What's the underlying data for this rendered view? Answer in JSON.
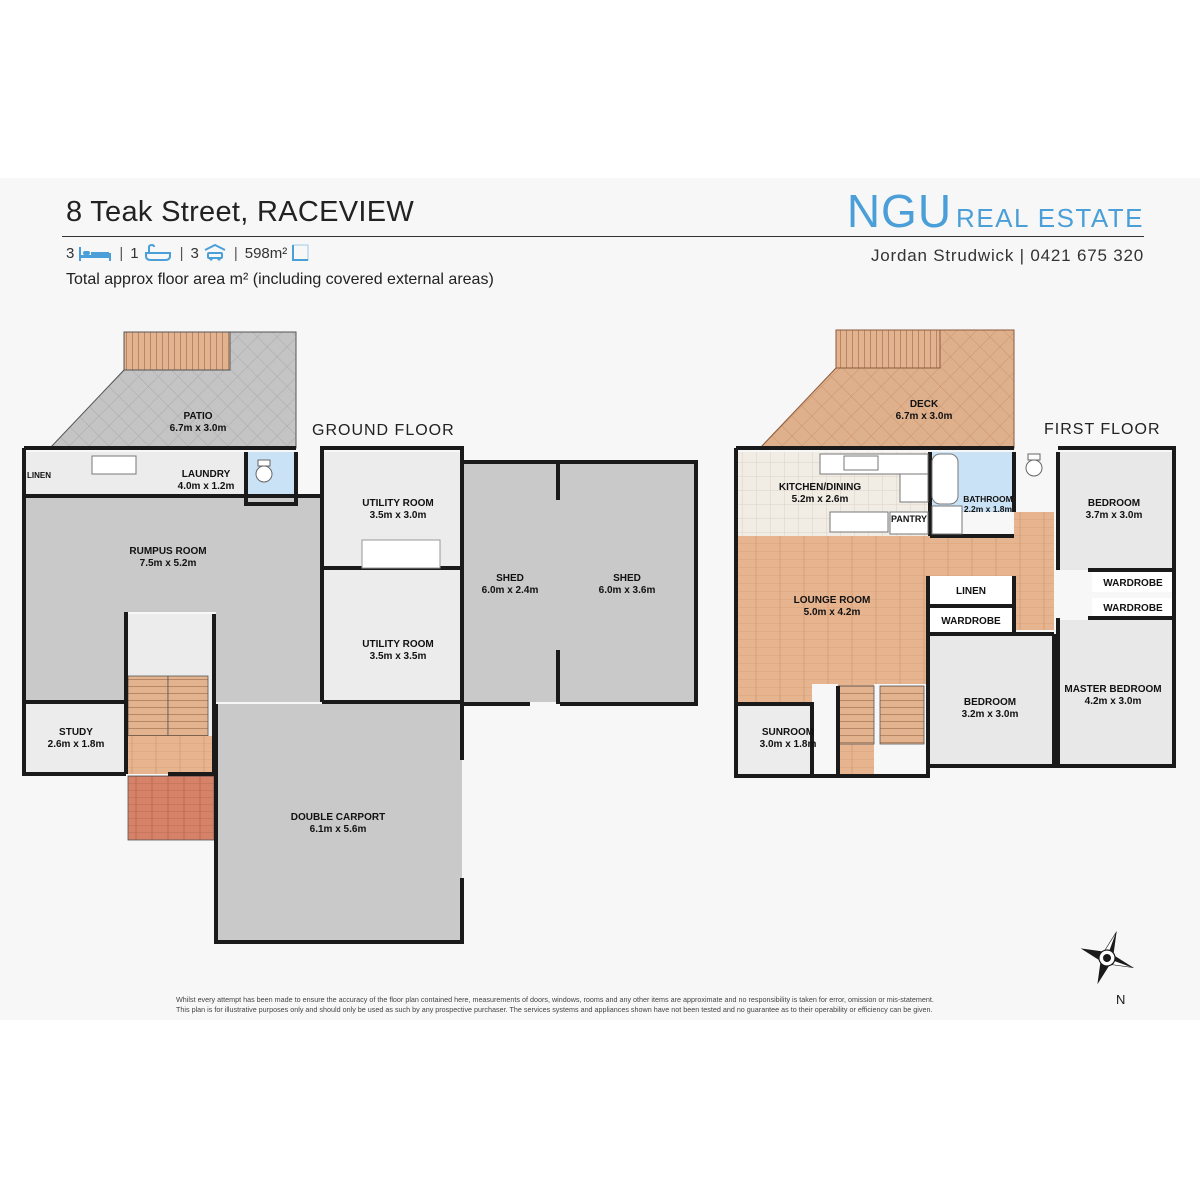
{
  "header": {
    "address": "8 Teak Street, RACEVIEW",
    "brand_main": "NGU",
    "brand_sub": "REAL ESTATE",
    "agent_line": "Jordan Strudwick | 0421 675 320",
    "beds": "3",
    "baths": "1",
    "cars": "3",
    "area": "598m²",
    "area_note": "Total approx floor area m² (including covered external areas)",
    "icons": [
      "bed-icon",
      "bath-icon",
      "car-icon",
      "area-icon"
    ],
    "brand_color": "#4b9fd8"
  },
  "ground_floor": {
    "title": "GROUND FLOOR",
    "rooms": {
      "patio": {
        "name": "PATIO",
        "size": "6.7m x 3.0m"
      },
      "linen": {
        "name": "LINEN"
      },
      "laundry": {
        "name": "LAUNDRY",
        "size": "4.0m x 1.2m"
      },
      "rumpus": {
        "name": "RUMPUS ROOM",
        "size": "7.5m x 5.2m"
      },
      "utility1": {
        "name": "UTILITY ROOM",
        "size": "3.5m x 3.0m"
      },
      "utility2": {
        "name": "UTILITY ROOM",
        "size": "3.5m x 3.5m"
      },
      "shed1": {
        "name": "SHED",
        "size": "6.0m x 2.4m"
      },
      "shed2": {
        "name": "SHED",
        "size": "6.0m x 3.6m"
      },
      "study": {
        "name": "STUDY",
        "size": "2.6m x 1.8m"
      },
      "carport": {
        "name": "DOUBLE CARPORT",
        "size": "6.1m x 5.6m"
      }
    }
  },
  "first_floor": {
    "title": "FIRST FLOOR",
    "rooms": {
      "deck": {
        "name": "DECK",
        "size": "6.7m x 3.0m"
      },
      "kitchen": {
        "name": "KITCHEN/DINING",
        "size": "5.2m x 2.6m"
      },
      "pantry": {
        "name": "PANTRY"
      },
      "bathroom": {
        "name": "BATHROOM",
        "size": "2.2m x 1.8m"
      },
      "bedroom1": {
        "name": "BEDROOM",
        "size": "3.7m x 3.0m"
      },
      "wardrobe1": {
        "name": "WARDROBE"
      },
      "wardrobe2": {
        "name": "WARDROBE"
      },
      "lounge": {
        "name": "LOUNGE ROOM",
        "size": "5.0m x 4.2m"
      },
      "linen": {
        "name": "LINEN"
      },
      "wardrobe3": {
        "name": "WARDROBE"
      },
      "bedroom2": {
        "name": "BEDROOM",
        "size": "3.2m x 3.0m"
      },
      "master": {
        "name": "MASTER BEDROOM",
        "size": "4.2m x 3.0m"
      },
      "sunroom": {
        "name": "SUNROOM",
        "size": "3.0m x 1.8m"
      }
    }
  },
  "compass": {
    "north_label": "N",
    "icon": "compass-rose-icon"
  },
  "disclaimer": {
    "line1": "Whilst every attempt has been made to ensure the accuracy of the floor plan contained here, measurements of doors, windows, rooms and any other items are approximate and no responsibility is taken for error, omission or mis-statement.",
    "line2": "This plan is for illustrative purposes only and should only be used as such by any prospective purchaser. The services systems and appliances shown have not been tested and no guarantee as to their operability or efficiency can be given."
  },
  "colors": {
    "grey_room": "#c9c9c9",
    "light_room": "#e8e8e8",
    "deck_wood": "#e0b38f",
    "bathroom_blue": "#c9e2f5",
    "stairs_brick": "#d4866c",
    "wall": "#1a1a1a"
  }
}
